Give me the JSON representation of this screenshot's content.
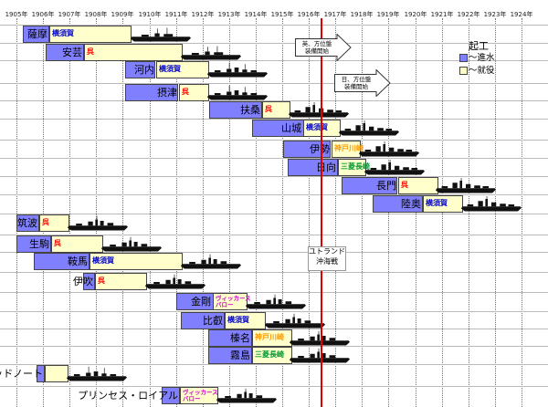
{
  "years": [
    "1905年",
    "1906年",
    "1907年",
    "1908年",
    "1909年",
    "1910年",
    "1911年",
    "1912年",
    "1913年",
    "1914年",
    "1915年",
    "1916年",
    "1917年",
    "1918年",
    "1919年",
    "1920年",
    "1921年",
    "1922年",
    "1923年",
    "1924年"
  ],
  "colors": {
    "blue": "#8080ff",
    "yellow": "#ffffcc",
    "red": "#e00000",
    "yokosuka": "#0000cc",
    "kure": "#ff0000",
    "kobe": "#ff9900",
    "mitsubishi": "#009933",
    "vickers": "#cc00cc"
  },
  "yards": {
    "yokosuka": "横須賀",
    "kure": "呉",
    "kobe": "神戸川崎",
    "mitsubishi": "三菱長崎",
    "vickers": "ヴィッカース\nバロー"
  },
  "ships": [
    {
      "name": "薩摩",
      "yard": "yokosuka",
      "laid": 1905.25,
      "launched": 1906.25,
      "commissioned": 1909.35,
      "hull": "pre"
    },
    {
      "name": "安芸",
      "yard": "kure",
      "laid": 1906.1,
      "launched": 1907.55,
      "commissioned": 1911.25,
      "hull": "pre"
    },
    {
      "name": "河内",
      "yard": "yokosuka",
      "laid": 1909.1,
      "launched": 1910.25,
      "commissioned": 1912.25,
      "hull": "dread"
    },
    {
      "name": "摂津",
      "yard": "kure",
      "laid": 1909.1,
      "launched": 1911.1,
      "commissioned": 1912.25,
      "hull": "dread"
    },
    {
      "name": "扶桑",
      "yard": "kure",
      "laid": 1912.25,
      "launched": 1914.25,
      "commissioned": 1915.3,
      "hull": "super"
    },
    {
      "name": "山城",
      "yard": "yokosuka",
      "laid": 1913.85,
      "launched": 1915.8,
      "commissioned": 1917.2,
      "hull": "super"
    },
    {
      "name": "伊勢",
      "yard": "kobe",
      "laid": 1915.05,
      "launched": 1916.85,
      "commissioned": 1917.95,
      "hull": "super"
    },
    {
      "name": "日向",
      "yard": "mitsubishi",
      "laid": 1915.2,
      "launched": 1917.1,
      "commissioned": 1918.15,
      "hull": "super"
    },
    {
      "name": "長門",
      "yard": "kure",
      "laid": 1917.25,
      "launched": 1919.35,
      "commissioned": 1920.85,
      "hull": "super"
    },
    {
      "name": "陸奥",
      "yard": "yokosuka",
      "laid": 1918.4,
      "launched": 1920.3,
      "commissioned": 1921.8,
      "hull": "super"
    },
    {
      "name": "筑波",
      "yard": "kure",
      "laid": 1905.0,
      "launched": 1905.85,
      "commissioned": 1907.0,
      "hull": "cruiser"
    },
    {
      "name": "生駒",
      "yard": "kure",
      "laid": 1905.0,
      "launched": 1906.3,
      "commissioned": 1908.25,
      "hull": "cruiser"
    },
    {
      "name": "鞍馬",
      "yard": "yokosuka",
      "laid": 1905.65,
      "launched": 1907.75,
      "commissioned": 1911.25,
      "hull": "cruiser"
    },
    {
      "name": "伊吹",
      "yard": "kure",
      "laid": 1907.5,
      "launched": 1907.95,
      "commissioned": 1909.9,
      "hull": "cruiser"
    },
    {
      "name": "金剛",
      "yard": "vickers",
      "laid": 1911.0,
      "launched": 1912.4,
      "commissioned": 1913.7,
      "hull": "cruiser"
    },
    {
      "name": "比叡",
      "yard": "yokosuka",
      "laid": 1911.2,
      "launched": 1912.85,
      "commissioned": 1914.4,
      "hull": "cruiser"
    },
    {
      "name": "榛名",
      "yard": "kobe",
      "laid": 1912.2,
      "launched": 1913.85,
      "commissioned": 1915.35,
      "hull": "cruiser"
    },
    {
      "name": "霧島",
      "yard": "mitsubishi",
      "laid": 1912.2,
      "launched": 1913.85,
      "commissioned": 1915.35,
      "hull": "cruiser"
    },
    {
      "name": "ドレッドノート",
      "yard": "",
      "laid": 1905.75,
      "launched": 1906.05,
      "commissioned": 1906.95,
      "hull": "dread"
    },
    {
      "name": "プリンセス・ロイアル",
      "yard": "vickers",
      "laid": 1910.45,
      "launched": 1911.15,
      "commissioned": 1912.6,
      "hull": "cruiser"
    }
  ],
  "arrows": [
    {
      "line1": "英、方位盤",
      "line2": "装備開始"
    },
    {
      "line1": "日、方位盤",
      "line2": "装備開始"
    }
  ],
  "jutland": {
    "line1": "ユトランド",
    "line2": "沖海戦"
  },
  "legend": {
    "title": "起工",
    "launch": "～進水",
    "commission": "～就役"
  }
}
